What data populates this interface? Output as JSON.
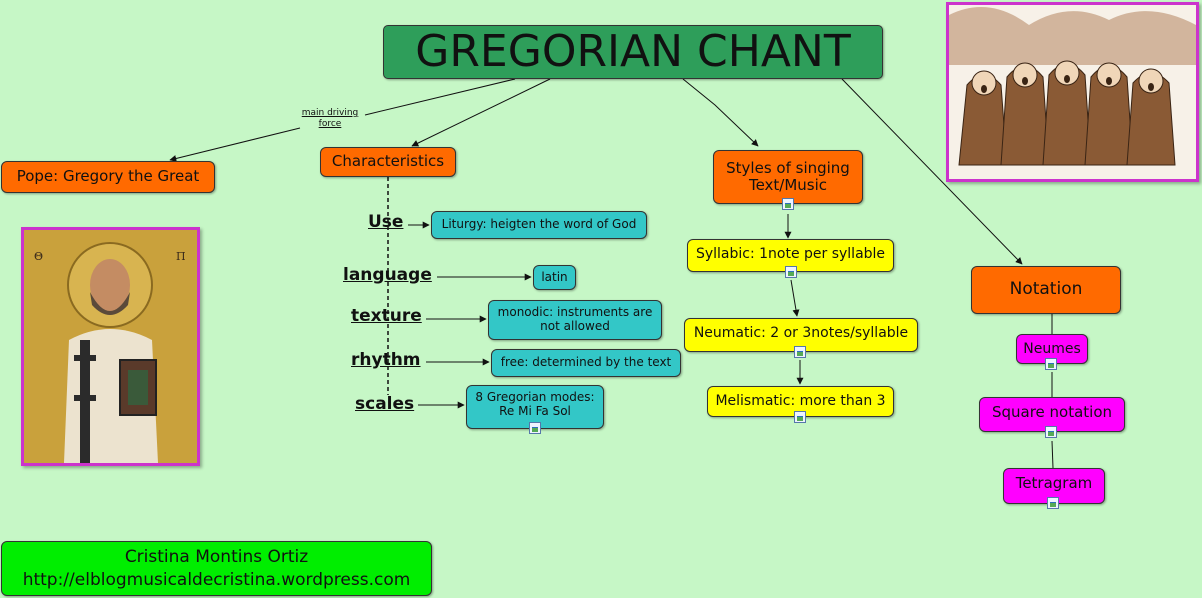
{
  "title": "GREGORIAN CHANT",
  "link_label": "main driving force",
  "nodes": {
    "pope": "Pope: Gregory the Great",
    "characteristics": "Characteristics",
    "styles": "Styles of singing Text/Music",
    "notation": "Notation",
    "liturgy": "Liturgy: heigten the word of God",
    "latin": "latin",
    "monodic": "monodic: instruments are not allowed",
    "free": "free: determined by the text",
    "modes": "8 Gregorian modes: Re Mi Fa Sol",
    "syllabic": "Syllabic: 1note per syllable",
    "neumatic": "Neumatic: 2 or 3notes/syllable",
    "melismatic": "Melismatic: more than 3",
    "neumes": "Neumes",
    "square": "Square notation",
    "tetragram": "Tetragram"
  },
  "labels": {
    "use": "Use",
    "language": "language",
    "texture": "texture",
    "rhythm": "rhythm",
    "scales": "scales"
  },
  "credit": {
    "name": "Cristina Montins Ortiz",
    "url": "http://elblogmusicaldecristina.wordpress.com"
  },
  "colors": {
    "background": "#c6f7c6",
    "title": "#2e9e5a",
    "orange": "#ff6a00",
    "teal": "#33c7c7",
    "yellow": "#ffff00",
    "magenta": "#ff00ff",
    "credit": "#00ee00"
  }
}
